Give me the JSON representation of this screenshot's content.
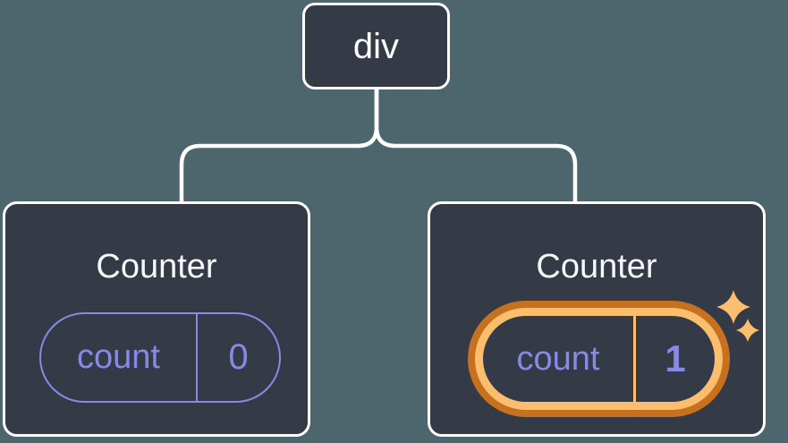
{
  "tree": {
    "root": {
      "label": "div"
    },
    "children": [
      {
        "title": "Counter",
        "state": {
          "key": "count",
          "value": "0"
        },
        "highlighted": false
      },
      {
        "title": "Counter",
        "state": {
          "key": "count",
          "value": "1"
        },
        "highlighted": true
      }
    ]
  },
  "icons": {
    "sparkles": "sparkles-icon (state updated indicator)"
  },
  "colors": {
    "background": "#4d666e",
    "node_fill": "#343a46",
    "node_border": "#ffffff",
    "connector_line": "#ffffff",
    "state_accent": "#8789e8",
    "highlight_ring_outer": "#c7711f",
    "highlight_ring_inner": "#fbbd6e",
    "sparkle": "#fbbd6e",
    "title_text": "#f7f8f9"
  }
}
